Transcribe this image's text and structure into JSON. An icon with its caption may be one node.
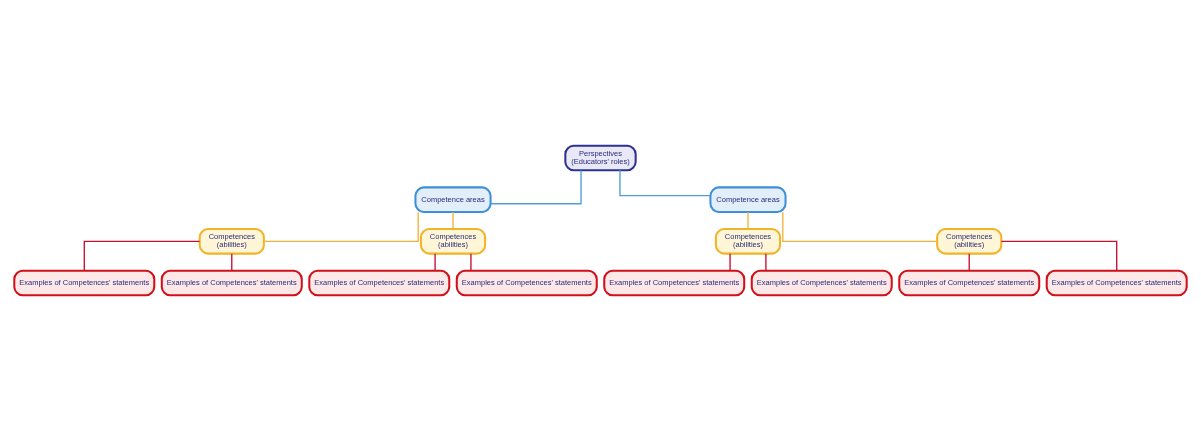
{
  "diagram": {
    "nodes": [
      {
        "text": [
          "Perspectives",
          "(Educators' roles)"
        ]
      },
      {
        "text": [
          "Competence areas"
        ]
      },
      {
        "text": [
          "Competence areas"
        ]
      },
      {
        "text": [
          "Competences",
          "(abilities)"
        ]
      },
      {
        "text": [
          "Competences",
          "(abilities)"
        ]
      },
      {
        "text": [
          "Competences",
          "(abilities)"
        ]
      },
      {
        "text": [
          "Competences",
          "(abilities)"
        ]
      },
      {
        "text": [
          "Examples of Competences' statements"
        ]
      },
      {
        "text": [
          "Examples of Competences' statements"
        ]
      },
      {
        "text": [
          "Examples of Competences' statements"
        ]
      },
      {
        "text": [
          "Examples of Competences' statements"
        ]
      },
      {
        "text": [
          "Examples of Competences' statements"
        ]
      },
      {
        "text": [
          "Examples of Competences' statements"
        ]
      },
      {
        "text": [
          "Examples of Competences' statements"
        ]
      },
      {
        "text": [
          "Examples of Competences' statements"
        ]
      }
    ],
    "edges": [
      {
        "from": 0,
        "to": 1,
        "arrow": "none",
        "color": "#4f9fd6"
      },
      {
        "from": 0,
        "to": 2,
        "arrow": "none",
        "color": "#4f9fd6"
      },
      {
        "from": 1,
        "to": 3,
        "arrow": "none",
        "color": "#f0b43c"
      },
      {
        "from": 1,
        "to": 4,
        "arrow": "none",
        "color": "#f0b43c"
      },
      {
        "from": 2,
        "to": 5,
        "arrow": "none",
        "color": "#f0b43c"
      },
      {
        "from": 2,
        "to": 6,
        "arrow": "none",
        "color": "#f0b43c"
      },
      {
        "from": 3,
        "to": 7,
        "arrow": "none"
      },
      {
        "from": 3,
        "to": 8,
        "arrow": "none"
      },
      {
        "from": 4,
        "to": 9,
        "arrow": "none"
      },
      {
        "from": 4,
        "to": 10,
        "arrow": "none"
      },
      {
        "from": 5,
        "to": 11,
        "arrow": "none"
      },
      {
        "from": 5,
        "to": 12,
        "arrow": "none"
      },
      {
        "from": 6,
        "to": 13,
        "arrow": "none"
      },
      {
        "from": 6,
        "to": 14,
        "arrow": "none"
      }
    ]
  }
}
